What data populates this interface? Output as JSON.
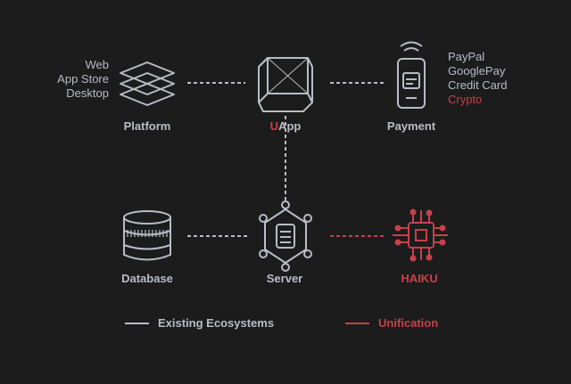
{
  "platform": {
    "label": "Platform",
    "channels": [
      "Web",
      "App Store",
      "Desktop"
    ]
  },
  "uapp": {
    "label_prefix": "U",
    "label_rest": "App"
  },
  "payment": {
    "label": "Payment",
    "methods": [
      "PayPal",
      "GooglePay",
      "Credit Card"
    ],
    "methods_accent": "Crypto"
  },
  "database": {
    "label": "Database"
  },
  "server": {
    "label": "Server"
  },
  "haiku": {
    "label": "HAIKU"
  },
  "legend": {
    "existing": "Existing Ecosystems",
    "unification": "Unification"
  },
  "colors": {
    "background": "#1c1c1c",
    "neutral": "#b9bcc6",
    "accent": "#c8404c"
  }
}
